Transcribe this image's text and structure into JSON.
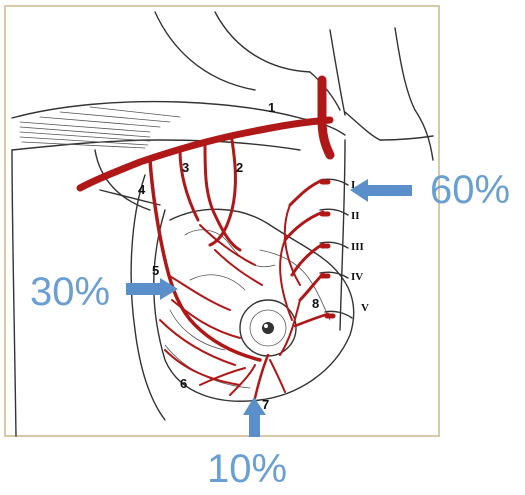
{
  "figure": {
    "artery_labels": [
      "1",
      "2",
      "3",
      "4",
      "5",
      "6",
      "7",
      "8"
    ],
    "intercostal_labels": [
      "I",
      "II",
      "III",
      "IV",
      "V"
    ]
  },
  "annotations": {
    "medial": "60%",
    "lateral": "30%",
    "inferior": "10%"
  },
  "colors": {
    "artery": "#b01818",
    "annotation": "#6a9fd3",
    "arrow": "#5b8fc9",
    "frame": "#d8c9a8"
  }
}
